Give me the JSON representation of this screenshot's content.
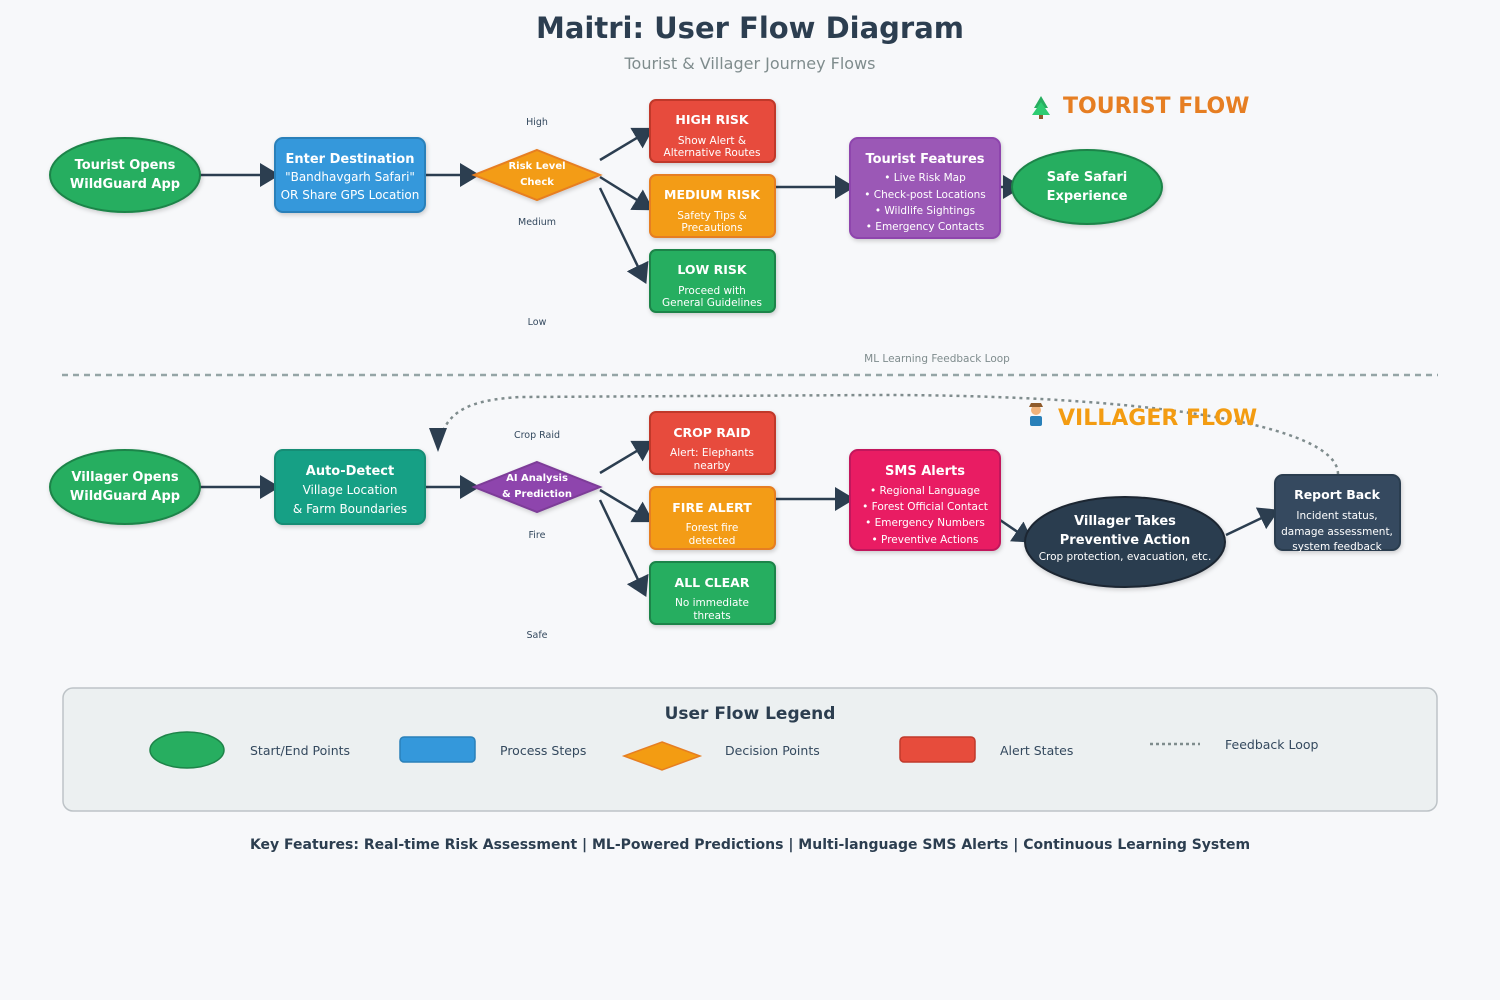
{
  "title": "Maitri: User Flow Diagram",
  "subtitle": "Tourist & Villager Journey Flows",
  "tourist_section": {
    "label": "TOURIST FLOW",
    "icon": "tree-icon"
  },
  "villager_section": {
    "label": "VILLAGER FLOW",
    "icon": "farmer-icon"
  },
  "feedback_label": "ML Learning Feedback Loop",
  "tourist": {
    "start": {
      "line1": "Tourist Opens",
      "line2": "WildGuard App"
    },
    "enter": {
      "title": "Enter Destination",
      "line1": "\"Bandhavgarh Safari\"",
      "line2": "OR Share GPS Location"
    },
    "decision": {
      "line1": "Risk Level",
      "line2": "Check"
    },
    "edge_labels": {
      "high": "High",
      "medium": "Medium",
      "low": "Low"
    },
    "high": {
      "title": "HIGH RISK",
      "line1": "Show Alert &",
      "line2": "Alternative Routes"
    },
    "medium": {
      "title": "MEDIUM RISK",
      "line1": "Safety Tips &",
      "line2": "Precautions"
    },
    "low": {
      "title": "LOW RISK",
      "line1": "Proceed with",
      "line2": "General Guidelines"
    },
    "features": {
      "title": "Tourist Features",
      "items": [
        "• Live Risk Map",
        "• Check-post Locations",
        "• Wildlife Sightings",
        "• Emergency Contacts"
      ]
    },
    "end": {
      "line1": "Safe Safari",
      "line2": "Experience"
    }
  },
  "villager": {
    "start": {
      "line1": "Villager Opens",
      "line2": "WildGuard App"
    },
    "detect": {
      "title": "Auto-Detect",
      "line1": "Village Location",
      "line2": "& Farm Boundaries"
    },
    "decision": {
      "line1": "AI Analysis",
      "line2": "& Prediction"
    },
    "edge_labels": {
      "crop": "Crop Raid",
      "fire": "Fire",
      "safe": "Safe"
    },
    "crop": {
      "title": "CROP RAID",
      "line1": "Alert: Elephants",
      "line2": "nearby"
    },
    "fire": {
      "title": "FIRE ALERT",
      "line1": "Forest fire",
      "line2": "detected"
    },
    "clear": {
      "title": "ALL CLEAR",
      "line1": "No immediate",
      "line2": "threats"
    },
    "sms": {
      "title": "SMS Alerts",
      "items": [
        "• Regional Language",
        "• Forest Official Contact",
        "• Emergency Numbers",
        "• Preventive Actions"
      ]
    },
    "action": {
      "line1": "Villager Takes",
      "line2": "Preventive Action",
      "line3": "Crop protection, evacuation, etc."
    },
    "report": {
      "title": "Report Back",
      "line1": "Incident status,",
      "line2": "damage assessment,",
      "line3": "system feedback"
    }
  },
  "legend": {
    "title": "User Flow Legend",
    "items": [
      {
        "label": "Start/End Points",
        "shape": "ellipse",
        "color": "#27ae60"
      },
      {
        "label": "Process Steps",
        "shape": "rect",
        "color": "#3498db"
      },
      {
        "label": "Decision Points",
        "shape": "diamond",
        "color": "#f39c12"
      },
      {
        "label": "Alert States",
        "shape": "rect",
        "color": "#e74c3c"
      },
      {
        "label": "Feedback Loop",
        "shape": "dashed-line",
        "color": "#7f8c8d"
      }
    ]
  },
  "footer": "Key Features: Real-time Risk Assessment | ML-Powered Predictions | Multi-language SMS Alerts | Continuous Learning System",
  "colors": {
    "green": "#27ae60",
    "blue": "#3498db",
    "teal": "#16a085",
    "orange": "#f39c12",
    "red": "#e74c3c",
    "purple": "#9b59b6",
    "pink": "#e91e63",
    "navy": "#2c3e50",
    "slate": "#34495e"
  }
}
